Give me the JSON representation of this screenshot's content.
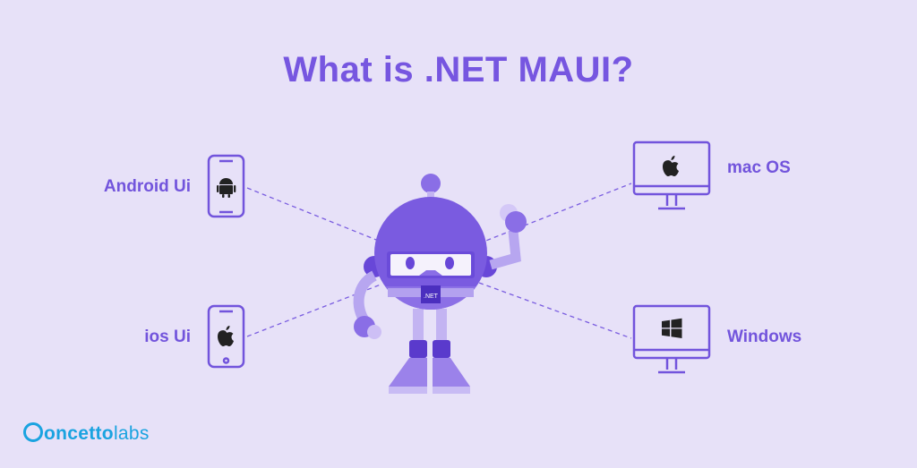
{
  "title": "What is .NET MAUI?",
  "platforms": {
    "android": {
      "label": "Android Ui",
      "icon": "android-icon"
    },
    "ios": {
      "label": "ios Ui",
      "icon": "apple-icon"
    },
    "mac": {
      "label": "mac OS",
      "icon": "apple-icon"
    },
    "windows": {
      "label": "Windows",
      "icon": "windows-icon"
    }
  },
  "robot": {
    "badge": ".NET"
  },
  "brand": {
    "name_bold": "oncetto",
    "name_light": "labs",
    "logo_text": "Concettolabs"
  },
  "colors": {
    "background": "#e7e1f8",
    "accent": "#7656e0",
    "brand": "#1aa3e0"
  }
}
